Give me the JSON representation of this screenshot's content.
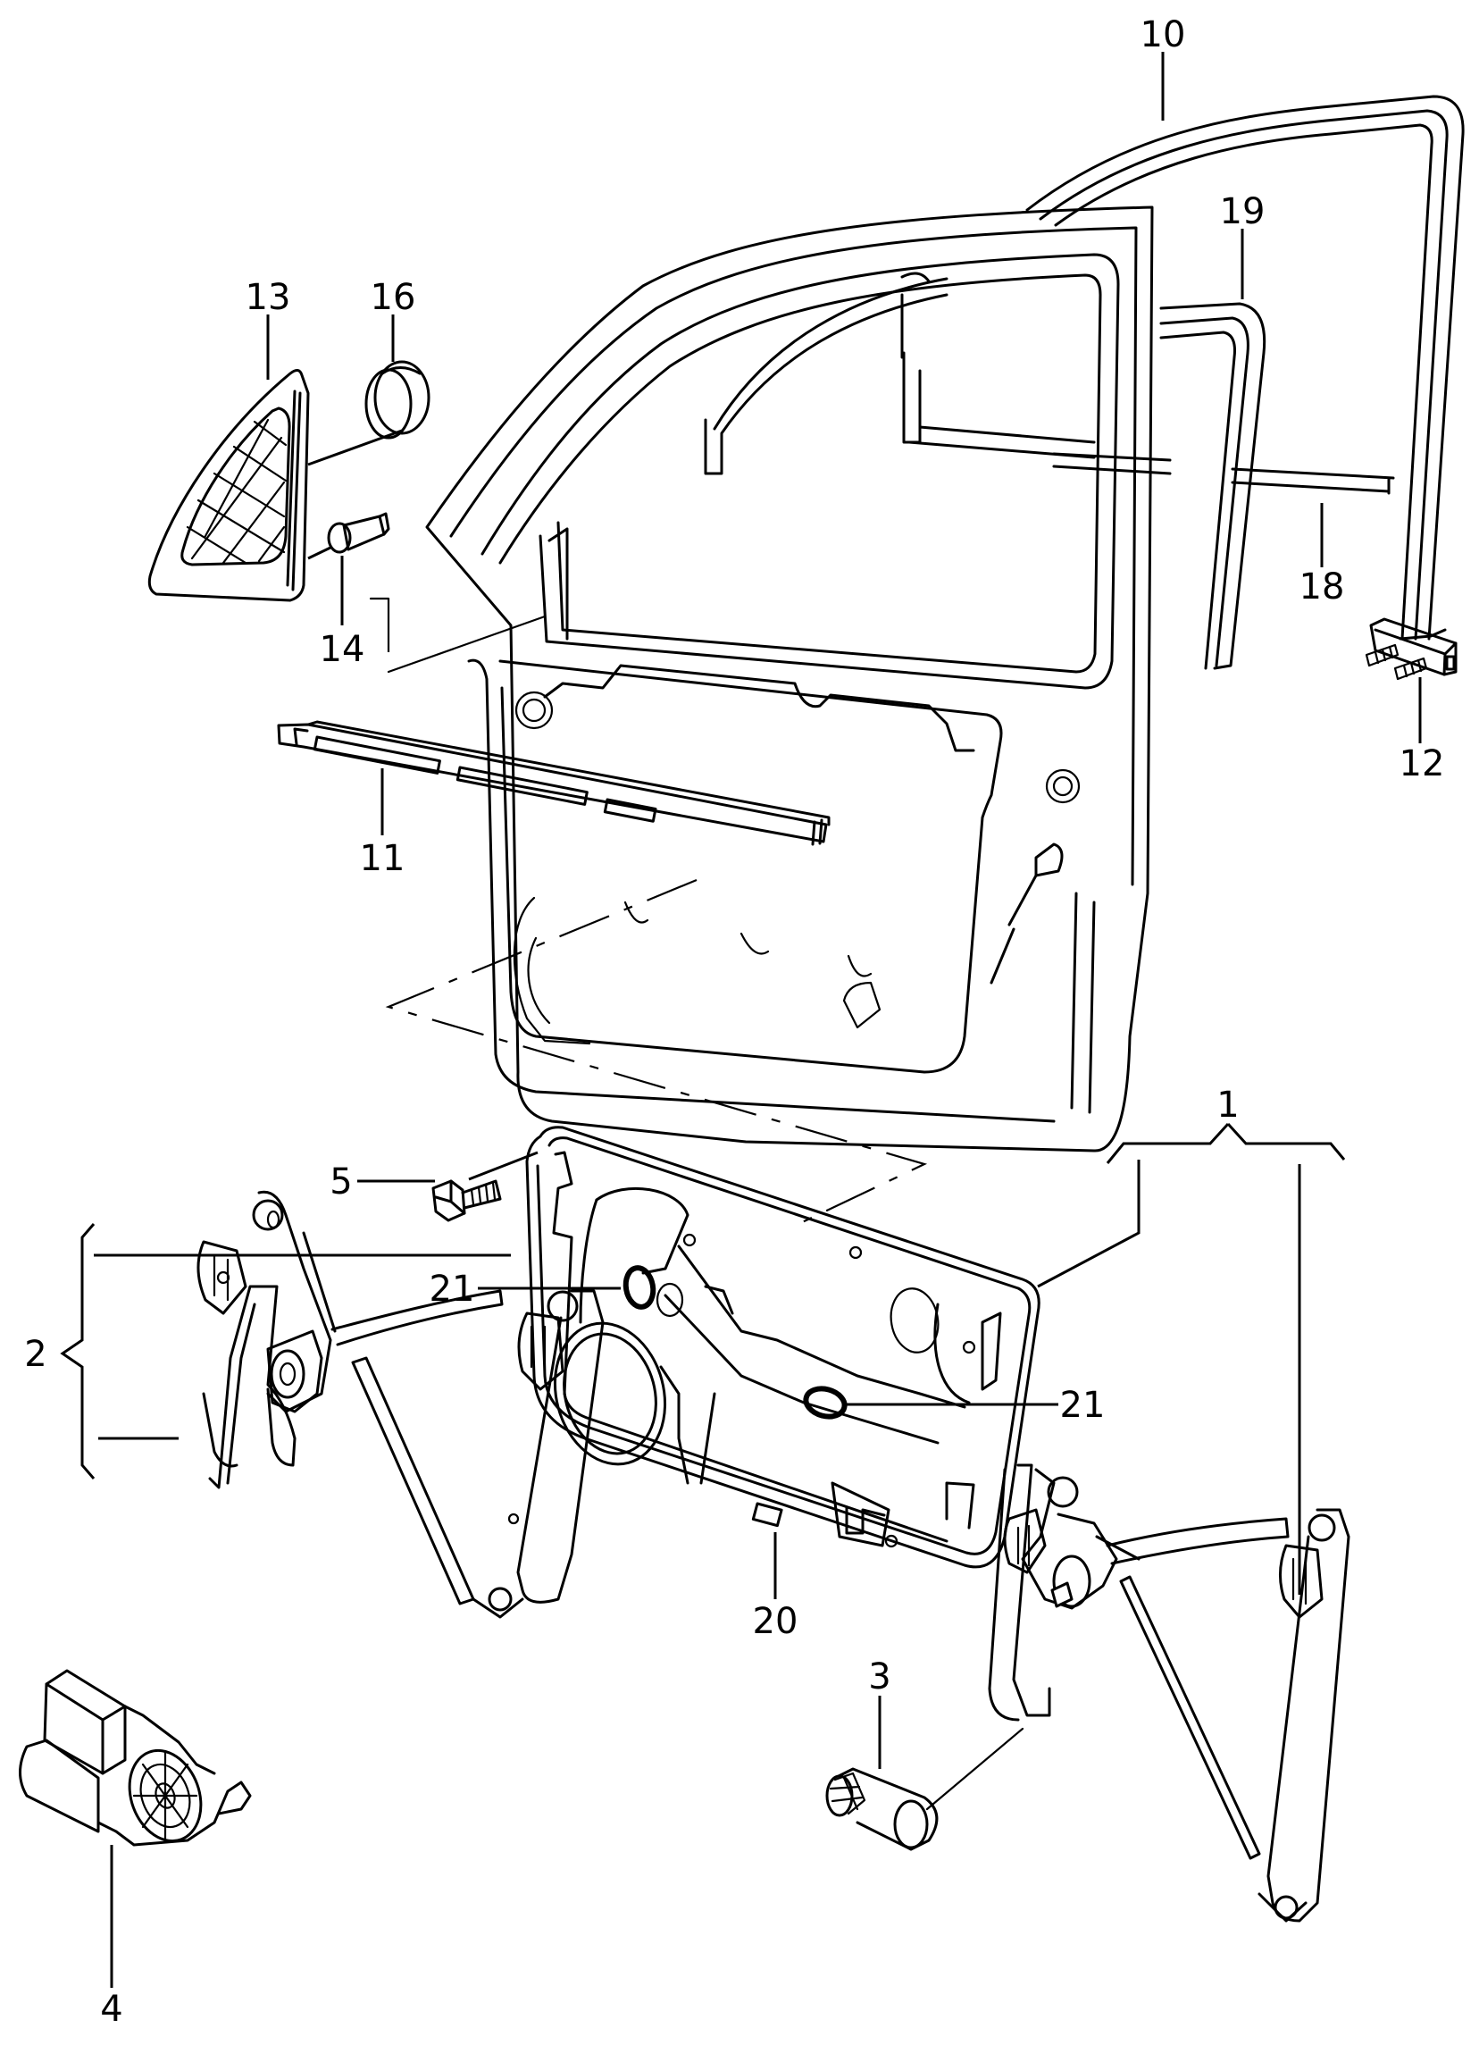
{
  "diagram": {
    "title": "Front door, window regulator and door trim parts",
    "callouts": [
      {
        "id": "c10",
        "label": "10",
        "part": "window-channel-seal"
      },
      {
        "id": "c19",
        "label": "19",
        "part": "inner-channel-seal"
      },
      {
        "id": "c13",
        "label": "13",
        "part": "mirror-triangle-cover"
      },
      {
        "id": "c16",
        "label": "16",
        "part": "foam-pad"
      },
      {
        "id": "c14",
        "label": "14",
        "part": "expanding-clip"
      },
      {
        "id": "c18",
        "label": "18",
        "part": "window-guide-rail"
      },
      {
        "id": "c12",
        "label": "12",
        "part": "stud-bracket"
      },
      {
        "id": "c11",
        "label": "11",
        "part": "window-sill-seal-strip"
      },
      {
        "id": "c1",
        "label": "1",
        "part": "window-regulator-assembly"
      },
      {
        "id": "c5",
        "label": "5",
        "part": "hex-bolt"
      },
      {
        "id": "c2",
        "label": "2",
        "part": "window-regulator-with-motor-mount"
      },
      {
        "id": "c21a",
        "label": "21",
        "part": "sealing-ring"
      },
      {
        "id": "c21b",
        "label": "21",
        "part": "sealing-ring"
      },
      {
        "id": "c20",
        "label": "20",
        "part": "cable-clip"
      },
      {
        "id": "c3",
        "label": "3",
        "part": "window-crank-handle"
      },
      {
        "id": "c4",
        "label": "4",
        "part": "window-motor"
      }
    ]
  }
}
